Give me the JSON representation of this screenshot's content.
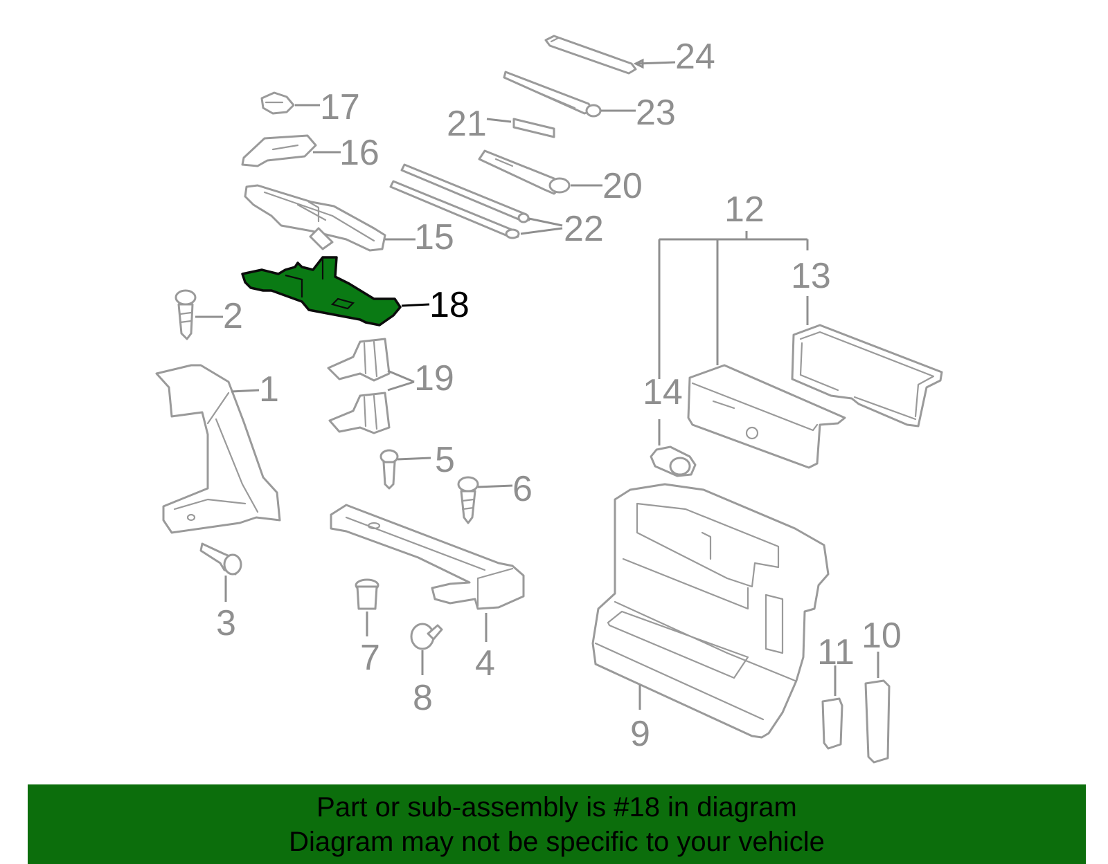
{
  "callouts": {
    "c1": "1",
    "c2": "2",
    "c3": "3",
    "c4": "4",
    "c5": "5",
    "c6": "6",
    "c7": "7",
    "c8": "8",
    "c9": "9",
    "c10": "10",
    "c11": "11",
    "c12": "12",
    "c13": "13",
    "c14": "14",
    "c15": "15",
    "c16": "16",
    "c17": "17",
    "c18": "18",
    "c19": "19",
    "c20": "20",
    "c21": "21",
    "c22": "22",
    "c23": "23",
    "c24": "24"
  },
  "highlighted_part": "18",
  "banner": {
    "line1": "Part or sub-assembly is #18 in diagram",
    "line2": "Diagram may not be specific to your vehicle"
  },
  "colors": {
    "highlight": "#0a7a14",
    "banner": "#0c6e0c",
    "line_art": "#9a9a9a"
  }
}
